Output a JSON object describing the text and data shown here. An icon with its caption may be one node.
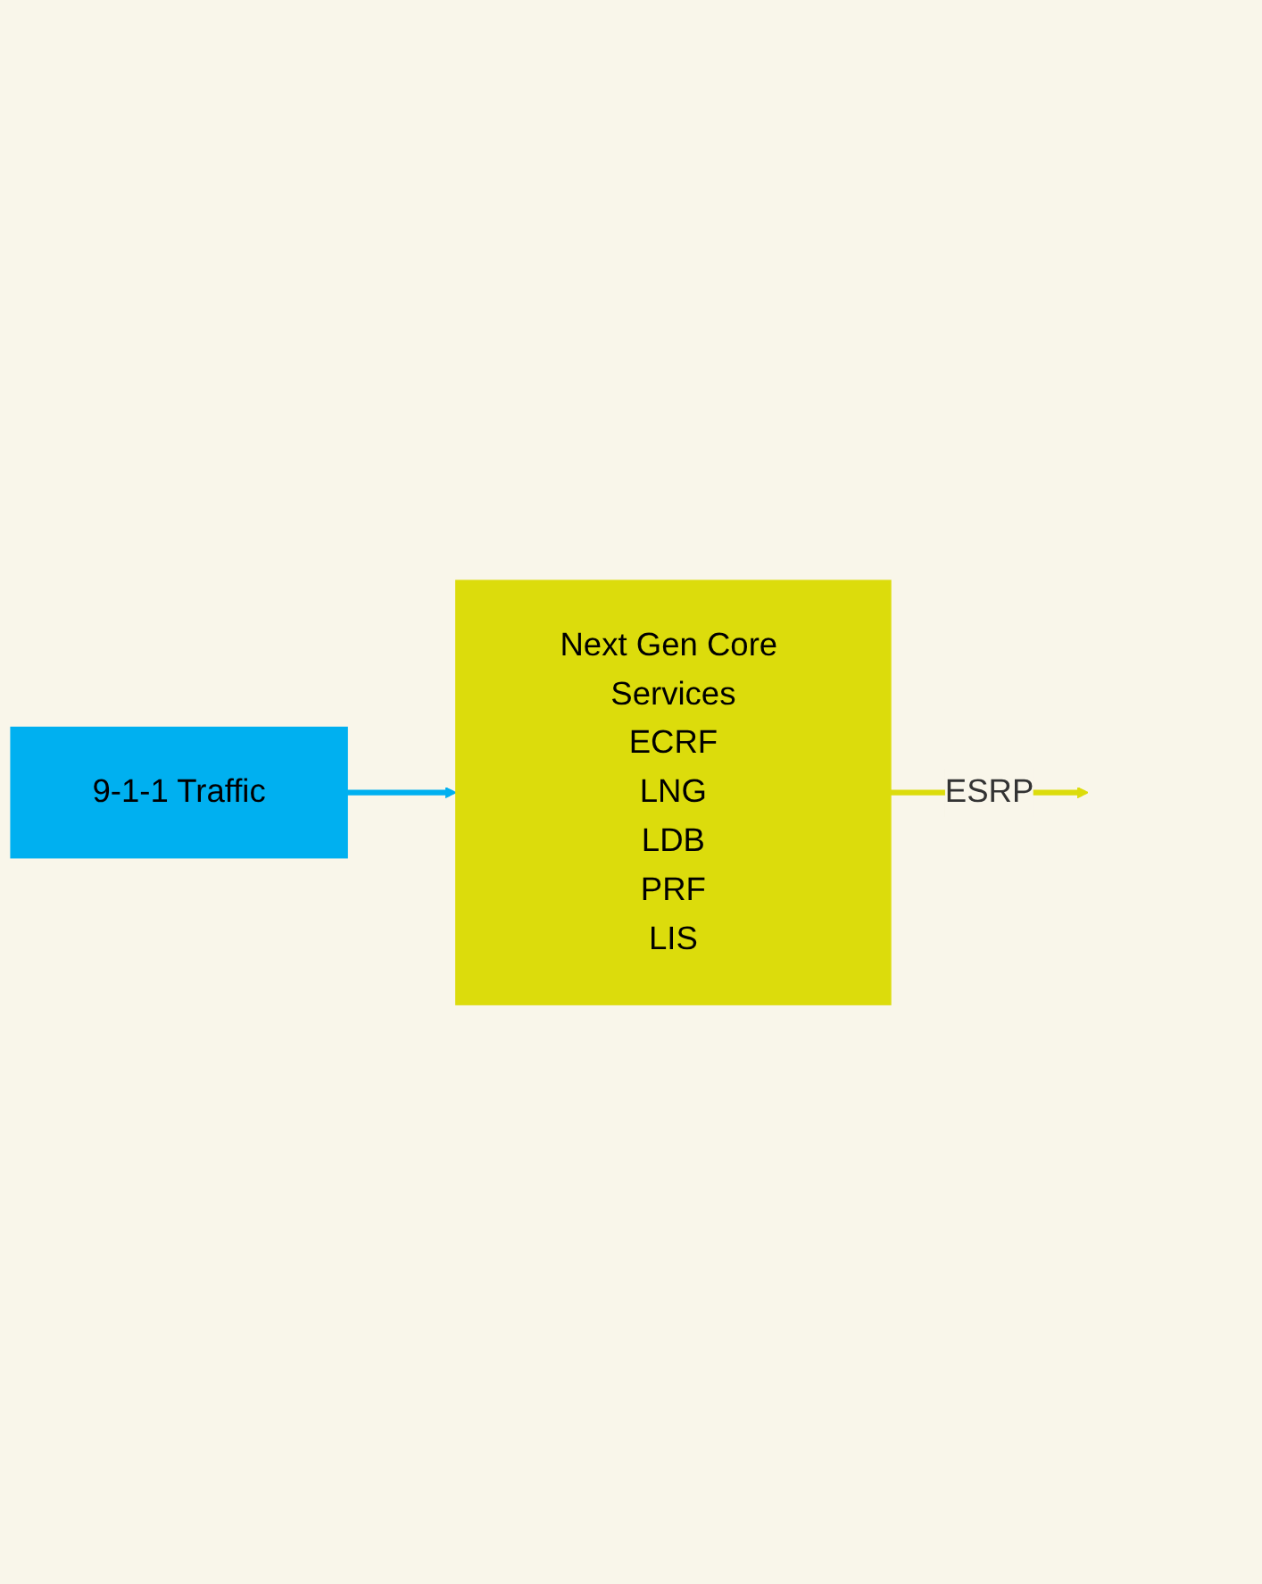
{
  "diagram": {
    "nodes": [
      {
        "text": [
          "9-1-1 Traffic"
        ]
      },
      {
        "text": [
          "Next Gen Core Services",
          "ECRF",
          "LNG",
          "LDB",
          "PRF",
          "LIS"
        ]
      }
    ],
    "edges": [
      {
        "from": 0,
        "to": 1,
        "arrow": "to",
        "color": "#00b0f0"
      },
      {
        "from": 1,
        "to": null,
        "arrow": "to",
        "label": "ESRP",
        "color": "#dcdc0c"
      }
    ]
  }
}
